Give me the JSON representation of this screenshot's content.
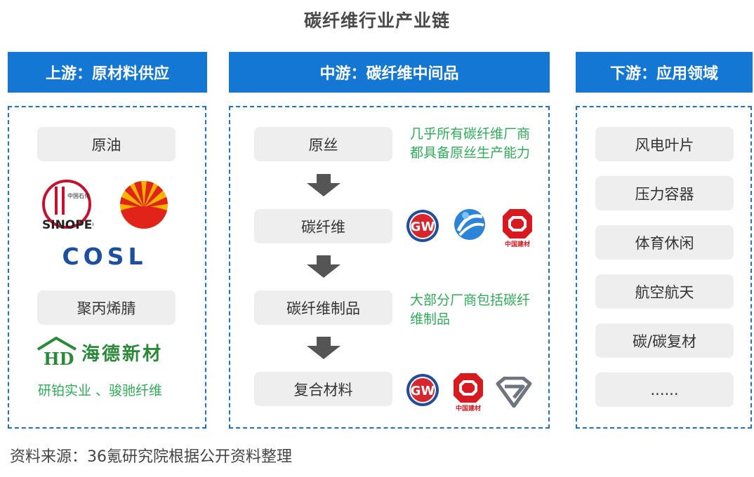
{
  "title": "碳纤维行业产业链",
  "columns": {
    "upstream": {
      "header": "上游：原材料供应",
      "items": [
        "原油",
        "聚丙烯腈"
      ],
      "logos": {
        "sinopec_small": "中国石化",
        "sinopec_text": "SINOPEC",
        "cosl": "COSL",
        "haide_mark": "HD",
        "haide_name": "海德新材"
      },
      "note": "研铂实业 、骏驰纤维"
    },
    "midstream": {
      "header": "中游：碳纤维中间品",
      "stages": [
        "原丝",
        "碳纤维",
        "碳纤维制品",
        "复合材料"
      ],
      "notes": [
        "几乎所有碳纤维厂商都具备原丝生产能力",
        "大部分厂商包括碳纤维制品"
      ],
      "logos": {
        "gw": "GW",
        "cnbm": "中国建材"
      }
    },
    "downstream": {
      "header": "下游：应用领域",
      "items": [
        "风电叶片",
        "压力容器",
        "体育休闲",
        "航空航天",
        "碳/碳复材",
        "......"
      ]
    }
  },
  "source": "资料来源：36氪研究院根据公开资料整理",
  "colors": {
    "header_blue": "#1477d4",
    "note_green": "#2eac58",
    "pill_gray": "#eeeeee"
  }
}
